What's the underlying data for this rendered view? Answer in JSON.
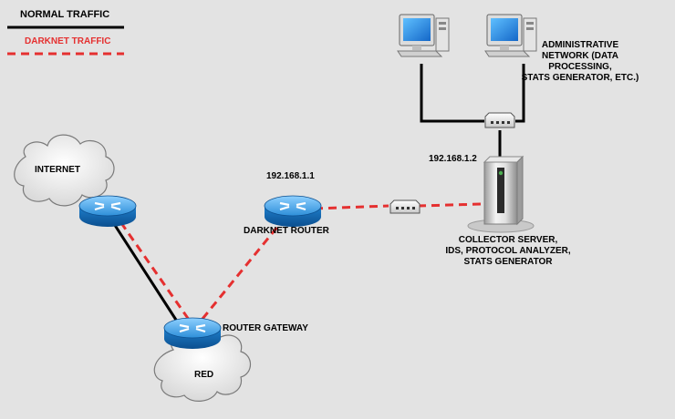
{
  "legend": {
    "normal_label": "NORMAL TRAFFIC",
    "darknet_label": "DARKNET TRAFFIC",
    "normal_color": "#000000",
    "darknet_color": "#e53030"
  },
  "nodes": {
    "internet_label": "INTERNET",
    "red_label": "RED",
    "gateway_label": "ROUTER GATEWAY",
    "darknet_router_label": "DARKNET ROUTER",
    "darknet_router_ip": "192.168.1.1",
    "collector_ip": "192.168.1.2",
    "collector_label": [
      "COLLECTOR SERVER,",
      "IDS, PROTOCOL ANALYZER,",
      "STATS GENERATOR"
    ],
    "admin_label": [
      "ADMINISTRATIVE",
      "NETWORK (DATA",
      "PROCESSING,",
      "STATS GENERATOR, ETC.)"
    ]
  },
  "icons": [
    "cloud-icon",
    "router-icon",
    "switch-icon",
    "server-icon",
    "workstation-icon"
  ]
}
